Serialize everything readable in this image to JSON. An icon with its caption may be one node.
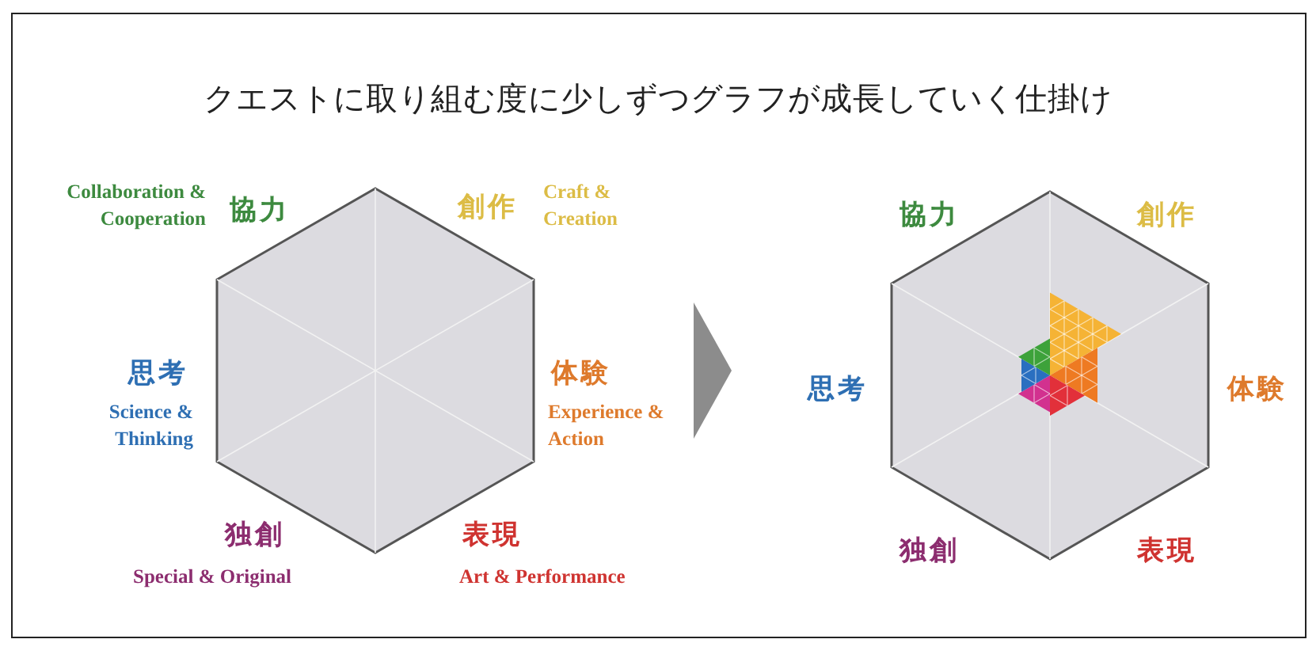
{
  "diagram": {
    "title": "クエストに取り組む度に少しずつグラフが成長していく仕掛け",
    "nodes": [
      {
        "text": [],
        "shape": "hexagon",
        "beside": [
          "Collaboration & Cooperation",
          "協力",
          "創作",
          "Craft & Creation",
          "思考",
          "Science & Thinking",
          "体験",
          "Experience & Action",
          "独創",
          "Special & Original",
          "表現",
          "Art & Performance"
        ]
      },
      {
        "text": [],
        "shape": "hexagon",
        "beside": [
          "協力",
          "創作",
          "思考",
          "体験",
          "独創",
          "表現"
        ]
      }
    ],
    "edges": [
      {
        "from": 0,
        "to": 1,
        "arrow": "to",
        "color": "#8c8c8c"
      }
    ]
  }
}
